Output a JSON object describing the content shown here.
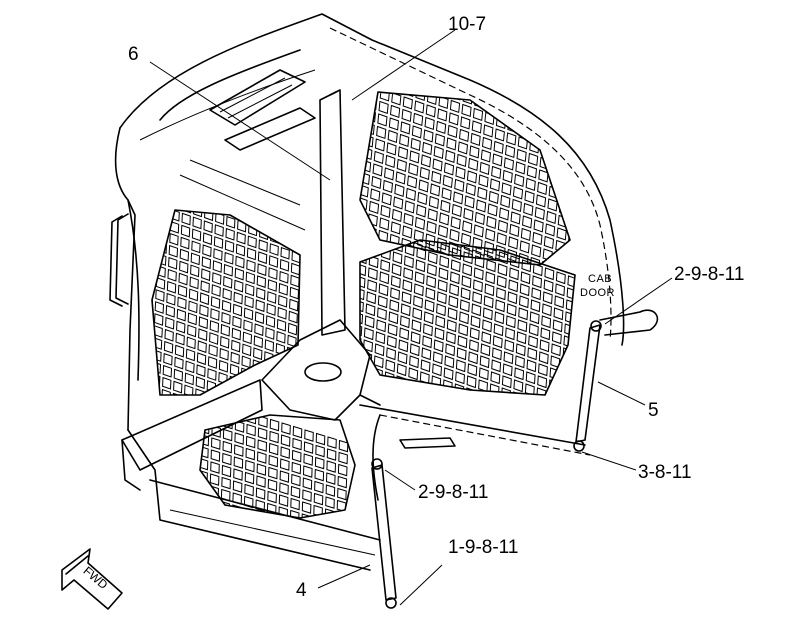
{
  "labels": {
    "callout_10_7": "10-7",
    "callout_6": "6",
    "callout_2_9_8_11_right": "2-9-8-11",
    "callout_5": "5",
    "callout_3_8_11": "3-8-11",
    "callout_2_9_8_11_lower": "2-9-8-11",
    "callout_1_9_8_11": "1-9-8-11",
    "callout_4": "4",
    "cab_door_line1": "CAB",
    "cab_door_line2": "DOOR",
    "fwd": "FWD"
  }
}
